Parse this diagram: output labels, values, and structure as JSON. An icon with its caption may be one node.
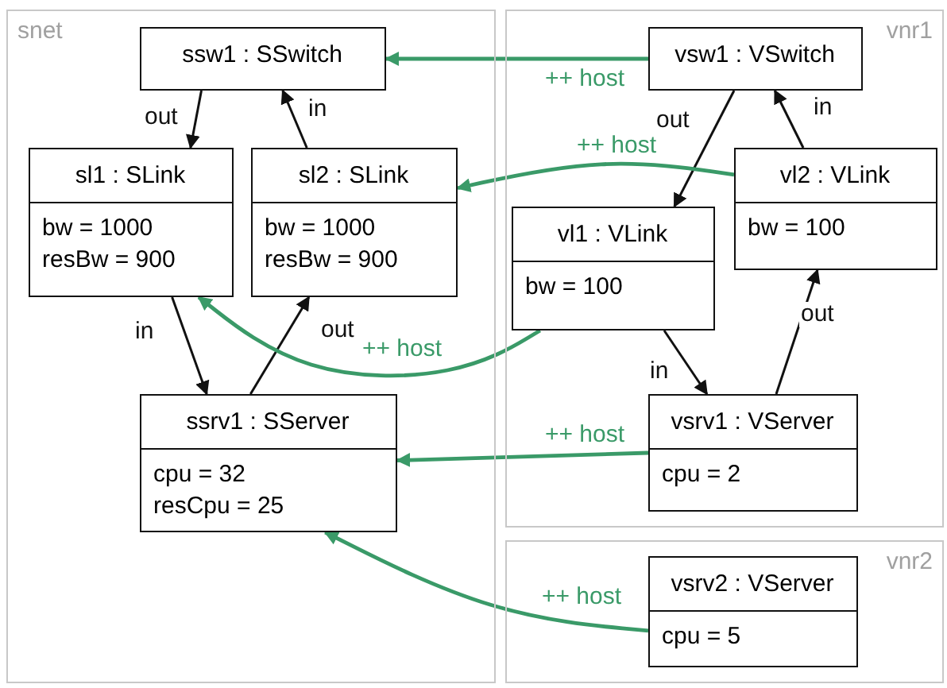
{
  "diagram": {
    "nodes": [
      {
        "text": [
          "snet"
        ]
      },
      {
        "text": [
          "ssw1 : SSwitch"
        ],
        "in": 0
      },
      {
        "text": [
          "sl1 : SLink",
          "bw = 1000",
          "resBw = 900"
        ],
        "in": 0
      },
      {
        "text": [
          "sl2 : SLink",
          "bw = 1000",
          "resBw = 900"
        ],
        "in": 0
      },
      {
        "text": [
          "ssrv1 : SServer",
          "cpu = 32",
          "resCpu = 25"
        ],
        "in": 0
      },
      {
        "text": [
          "vnr1"
        ]
      },
      {
        "text": [
          "vsw1 : VSwitch"
        ],
        "in": 5
      },
      {
        "text": [
          "vl1 : VLink",
          "bw = 100"
        ],
        "in": 5
      },
      {
        "text": [
          "vl2 : VLink",
          "bw = 100"
        ],
        "in": 5
      },
      {
        "text": [
          "vsrv1 : VServer",
          "cpu = 2"
        ],
        "in": 5
      },
      {
        "text": [
          "vnr2"
        ]
      },
      {
        "text": [
          "vsrv2 : VServer",
          "cpu = 5"
        ],
        "in": 10
      }
    ],
    "edges": [
      {
        "from": 1,
        "to": 2,
        "arrow": "to",
        "label": "out"
      },
      {
        "from": 3,
        "to": 1,
        "arrow": "to",
        "label": "in"
      },
      {
        "from": 2,
        "to": 4,
        "arrow": "to",
        "label": "in"
      },
      {
        "from": 4,
        "to": 3,
        "arrow": "to",
        "label": "out"
      },
      {
        "from": 6,
        "to": 7,
        "arrow": "to",
        "label": "out"
      },
      {
        "from": 8,
        "to": 6,
        "arrow": "to",
        "label": "in"
      },
      {
        "from": 7,
        "to": 9,
        "arrow": "to",
        "label": "in"
      },
      {
        "from": 9,
        "to": 8,
        "arrow": "to",
        "label": "out"
      },
      {
        "from": 6,
        "to": 1,
        "arrow": "to",
        "label": "++ host",
        "color": "#3a9a68"
      },
      {
        "from": 8,
        "to": 3,
        "arrow": "to",
        "label": "++ host",
        "color": "#3a9a68"
      },
      {
        "from": 7,
        "to": 2,
        "arrow": "to",
        "label": "++ host",
        "color": "#3a9a68"
      },
      {
        "from": 9,
        "to": 4,
        "arrow": "to",
        "label": "++ host",
        "color": "#3a9a68"
      },
      {
        "from": 11,
        "to": 4,
        "arrow": "to",
        "label": "++ host",
        "color": "#3a9a68"
      }
    ]
  }
}
